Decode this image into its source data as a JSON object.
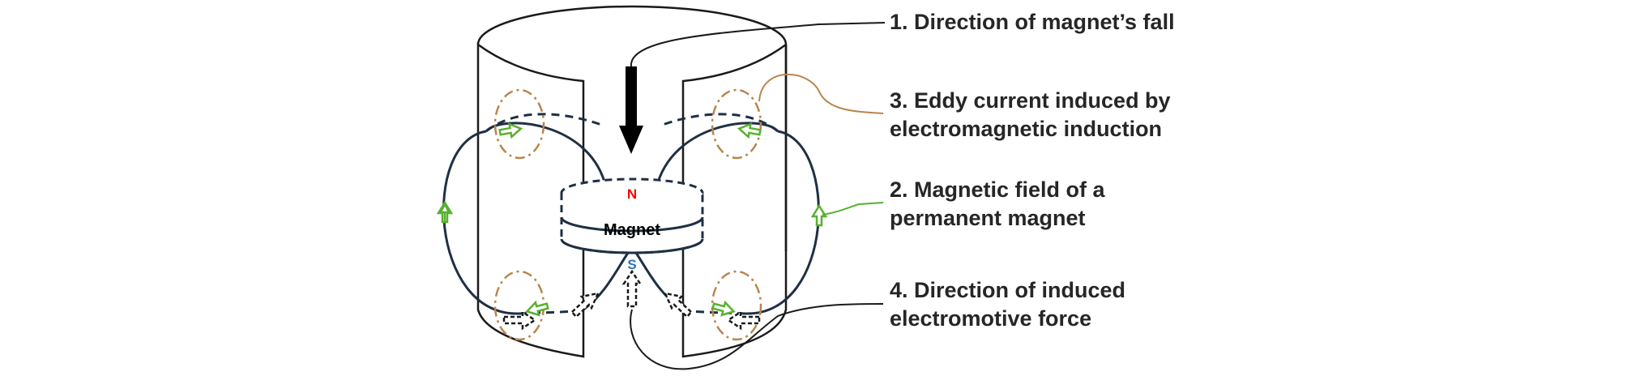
{
  "labels": {
    "fall": "1. Direction of magnet’s fall",
    "eddy_1": "3. Eddy current induced by",
    "eddy_2": "electromagnetic induction",
    "field_1": "2. Magnetic field of a",
    "field_2": "permanent magnet",
    "emf_1": "4. Direction of induced",
    "emf_2": "electromotive force"
  },
  "magnet": {
    "label": "Magnet",
    "north": "N",
    "south": "S"
  },
  "colors": {
    "outline": "#1a1a1a",
    "field_line": "#1f3044",
    "field_arrow": "#58b030",
    "eddy": "#b8864e",
    "north_pole": "#ff0000",
    "south_pole": "#2e75b6"
  }
}
